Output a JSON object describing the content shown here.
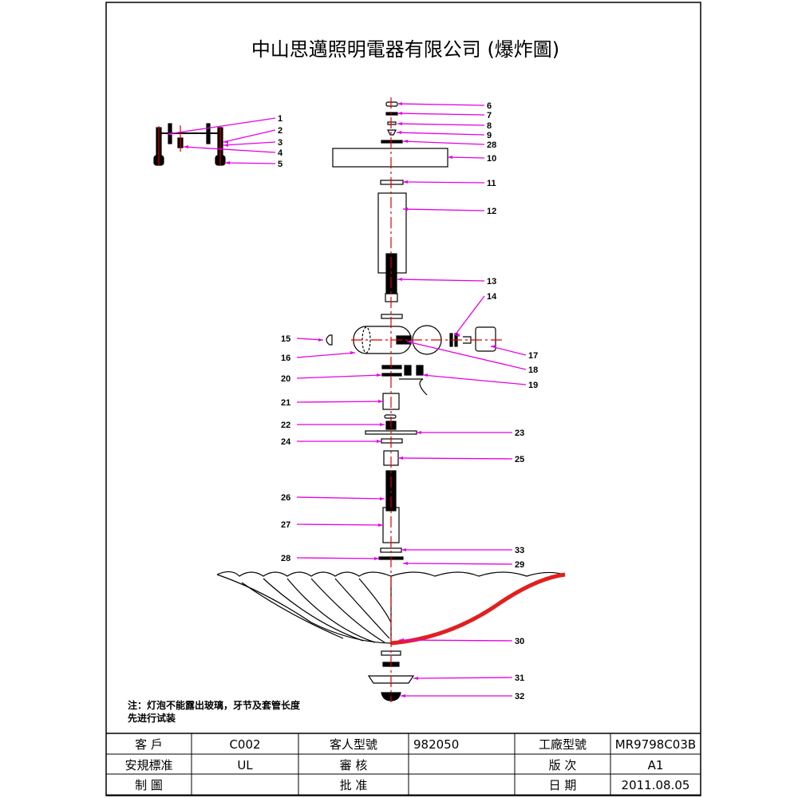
{
  "title": "中山思邁照明電器有限公司 (爆炸圖)",
  "labels": {
    "l1": "1",
    "l2": "2",
    "l3": "3",
    "l4": "4",
    "l5": "5",
    "l6": "6",
    "l7": "7",
    "l8": "8",
    "l9": "9",
    "l28a": "28",
    "l10": "10",
    "l11": "11",
    "l12": "12",
    "l13": "13",
    "l14": "14",
    "l15": "15",
    "l16": "16",
    "l17": "17",
    "l18": "18",
    "l19": "19",
    "l20": "20",
    "l21": "21",
    "l22": "22",
    "l23": "23",
    "l24": "24",
    "l25": "25",
    "l26": "26",
    "l27": "27",
    "l28b": "28",
    "l33": "33",
    "l29": "29",
    "l30": "30",
    "l31": "31",
    "l32": "32"
  },
  "note": [
    "注：灯泡不能露出玻璃，牙节及套管长度",
    "先进行试装"
  ],
  "table": [
    [
      "客 戶",
      "C002",
      "客人型號",
      "982050",
      "工廠型號",
      "MR9798C03B"
    ],
    [
      "安規標准",
      "UL",
      "審 核",
      "",
      "版 次",
      "A1"
    ],
    [
      "制 圖",
      "",
      "批 准",
      "",
      "日 期",
      "2011.08.05"
    ]
  ],
  "colors": {
    "leader": "#e600e6",
    "axis": "#e00000",
    "shade": "#e02020"
  }
}
